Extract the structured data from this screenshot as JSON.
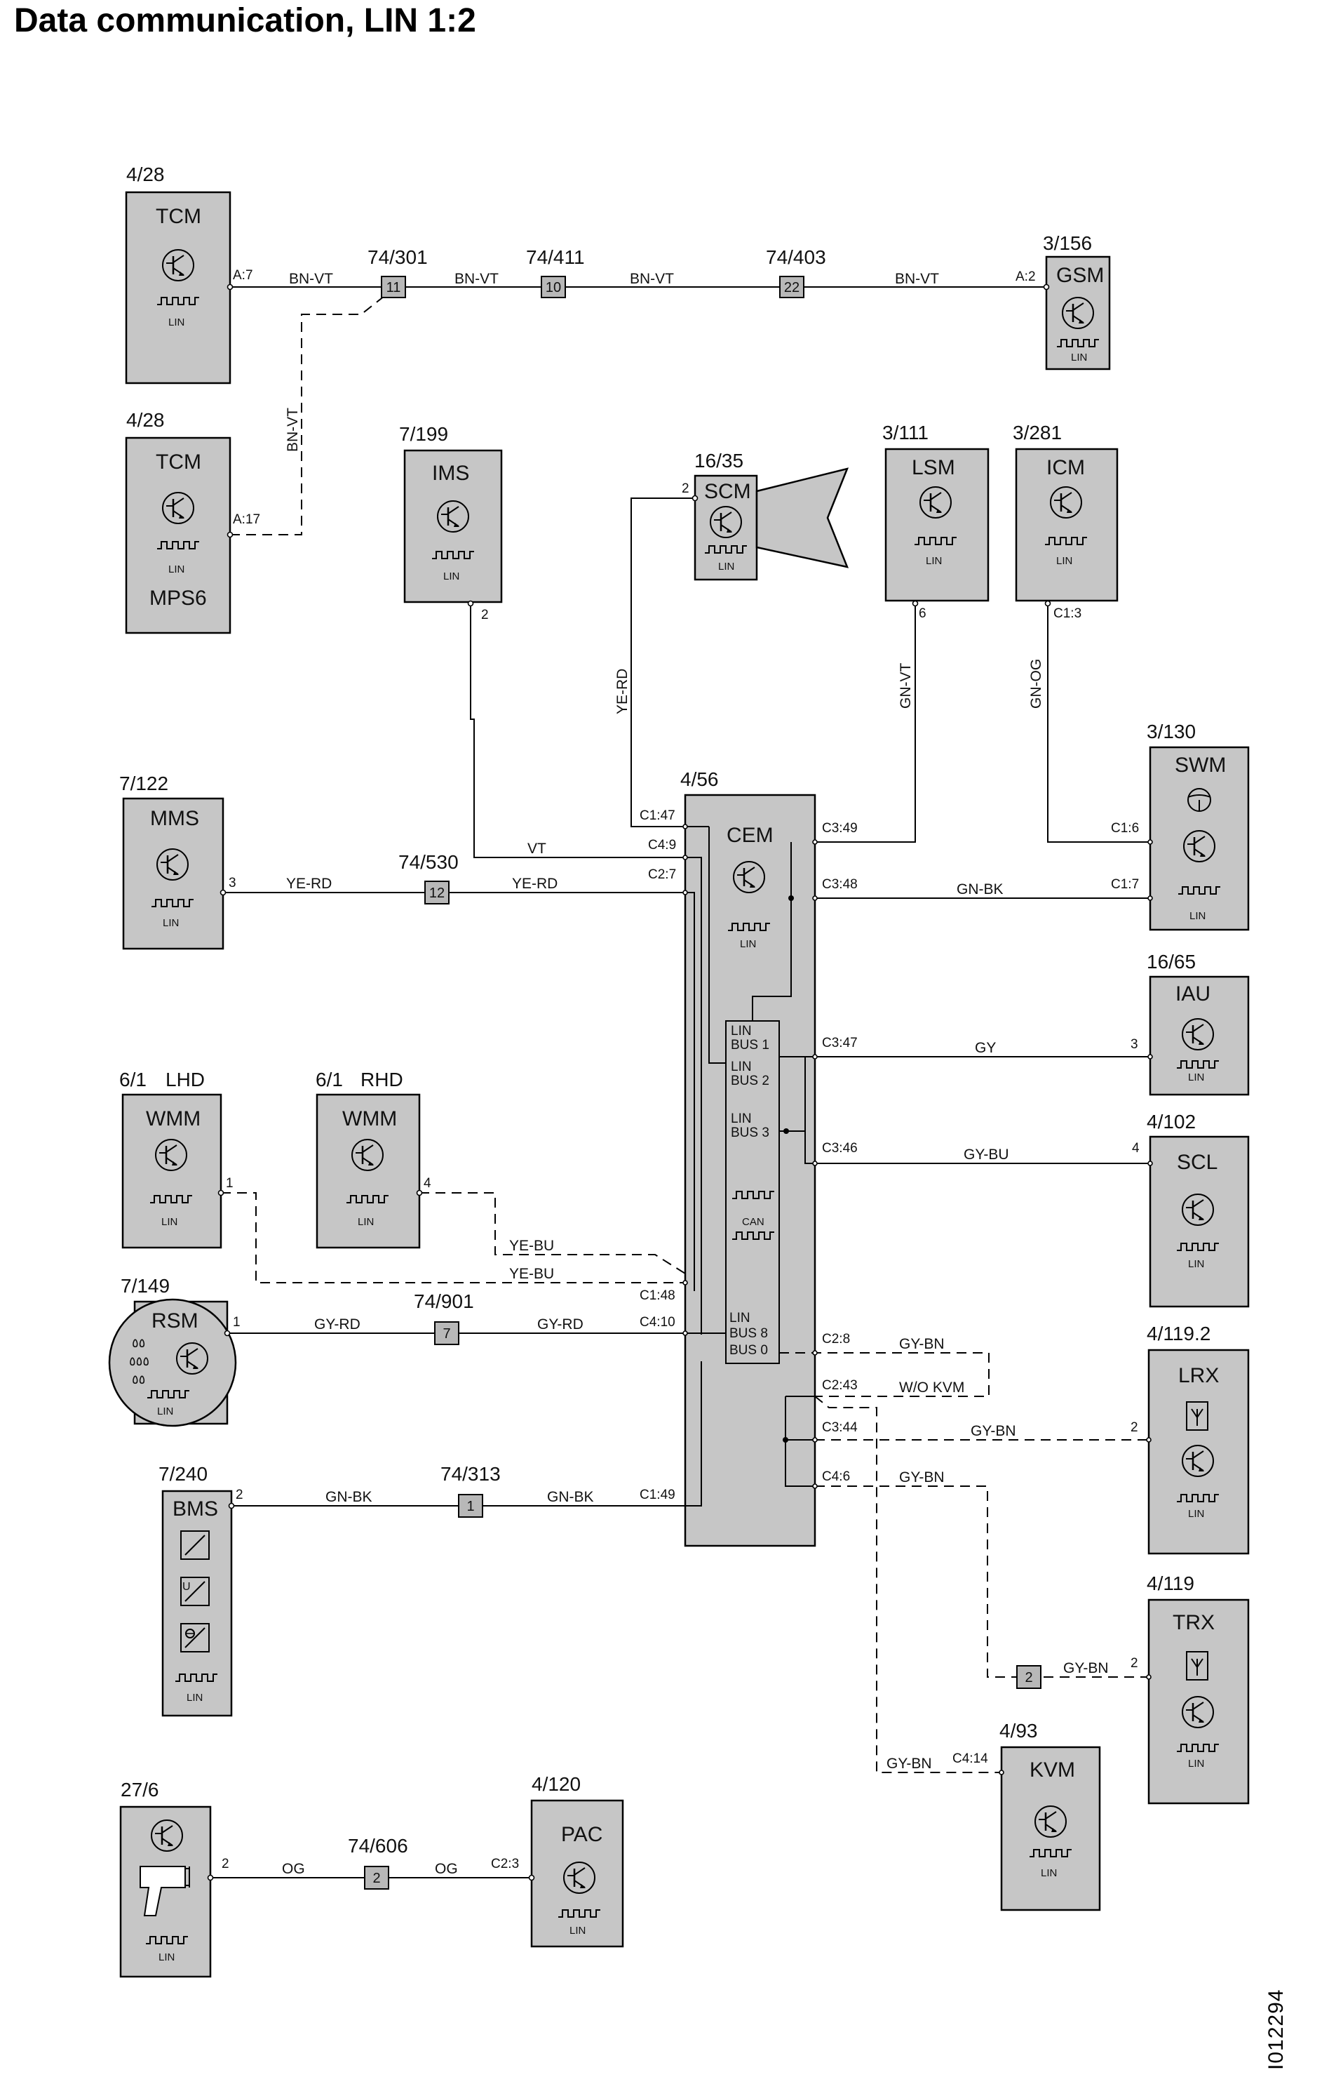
{
  "title": "Data communication, LIN 1:2",
  "doc_id": "I012294",
  "components": {
    "tcm1": {
      "ref": "4/28",
      "name": "TCM",
      "pin": "A:7",
      "sub": "LIN"
    },
    "tcm2": {
      "ref": "4/28",
      "name": "TCM",
      "pin": "A:17",
      "sub": "LIN",
      "extra": "MPS6"
    },
    "gsm": {
      "ref": "3/156",
      "name": "GSM",
      "pin": "A:2",
      "sub": "LIN"
    },
    "ims": {
      "ref": "7/199",
      "name": "IMS",
      "pin": "2",
      "sub": "LIN"
    },
    "scm": {
      "ref": "16/35",
      "name": "SCM",
      "pin": "2",
      "sub": "LIN"
    },
    "lsm": {
      "ref": "3/111",
      "name": "LSM",
      "pin": "6",
      "sub": "LIN"
    },
    "icm": {
      "ref": "3/281",
      "name": "ICM",
      "pin": "C1:3",
      "sub": "LIN"
    },
    "mms": {
      "ref": "7/122",
      "name": "MMS",
      "pin": "3",
      "sub": "LIN"
    },
    "cem": {
      "ref": "4/56",
      "name": "CEM",
      "sub": "LIN",
      "bus1": [
        "LIN",
        "BUS 1"
      ],
      "bus2": [
        "LIN",
        "BUS 2"
      ],
      "bus3": [
        "LIN",
        "BUS 3"
      ],
      "can": "CAN",
      "bus8": [
        "LIN",
        "BUS 8"
      ],
      "bus0": "BUS 0"
    },
    "swm": {
      "ref": "3/130",
      "name": "SWM",
      "pin1": "C1:6",
      "pin2": "C1:7",
      "sub": "LIN"
    },
    "iau": {
      "ref": "16/65",
      "name": "IAU",
      "pin": "3",
      "sub": "LIN"
    },
    "scl": {
      "ref": "4/102",
      "name": "SCL",
      "pin": "4",
      "sub": "LIN"
    },
    "wmm_lhd": {
      "ref": "6/1",
      "variant": "LHD",
      "name": "WMM",
      "pin": "1",
      "sub": "LIN"
    },
    "wmm_rhd": {
      "ref": "6/1",
      "variant": "RHD",
      "name": "WMM",
      "pin": "4",
      "sub": "LIN"
    },
    "rsm": {
      "ref": "7/149",
      "name": "RSM",
      "pin": "1",
      "sub": "LIN"
    },
    "lrx": {
      "ref": "4/119.2",
      "name": "LRX",
      "pin": "2",
      "sub": "LIN"
    },
    "bms": {
      "ref": "7/240",
      "name": "BMS",
      "pin": "2",
      "sub": "LIN",
      "u_label": "U"
    },
    "trx": {
      "ref": "4/119",
      "name": "TRX",
      "pin": "2",
      "sub": "LIN"
    },
    "kvm": {
      "ref": "4/93",
      "name": "KVM",
      "pin": "C4:14",
      "sub": "LIN"
    },
    "comp27": {
      "ref": "27/6",
      "pin": "2",
      "sub": "LIN"
    },
    "pac": {
      "ref": "4/120",
      "name": "PAC",
      "pin": "C2:3",
      "sub": "LIN"
    }
  },
  "cem_pins": {
    "c1_47": "C1:47",
    "c4_9": "C4:9",
    "c2_7": "C2:7",
    "c3_49": "C3:49",
    "c3_48": "C3:48",
    "c3_47": "C3:47",
    "c3_46": "C3:46",
    "c1_48": "C1:48",
    "c4_10": "C4:10",
    "c2_8": "C2:8",
    "c2_43": "C2:43",
    "c3_44": "C3:44",
    "c4_6": "C4:6",
    "c1_49": "C1:49"
  },
  "splices": {
    "s301": {
      "ref": "74/301",
      "num": "11"
    },
    "s411": {
      "ref": "74/411",
      "num": "10"
    },
    "s403": {
      "ref": "74/403",
      "num": "22"
    },
    "s530": {
      "ref": "74/530",
      "num": "12"
    },
    "s901": {
      "ref": "74/901",
      "num": "7"
    },
    "s313": {
      "ref": "74/313",
      "num": "1"
    },
    "s606": {
      "ref": "74/606",
      "num": "2"
    },
    "strx": {
      "num": "2"
    }
  },
  "wires": {
    "bn_vt": "BN-VT",
    "ye_rd": "YE-RD",
    "vt": "VT",
    "gn_vt": "GN-VT",
    "gn_og": "GN-OG",
    "gn_bk": "GN-BK",
    "gy": "GY",
    "gy_bu": "GY-BU",
    "ye_bu": "YE-BU",
    "gy_rd": "GY-RD",
    "gy_bn": "GY-BN",
    "wo_kvm": "W/O KVM",
    "og": "OG"
  },
  "icons": [
    "transistor-icon",
    "pulse-signal-icon",
    "steering-wheel-icon",
    "antenna-icon",
    "raindrops-icon",
    "sensor-graph-icon",
    "horn-icon",
    "handheld-reader-icon"
  ]
}
